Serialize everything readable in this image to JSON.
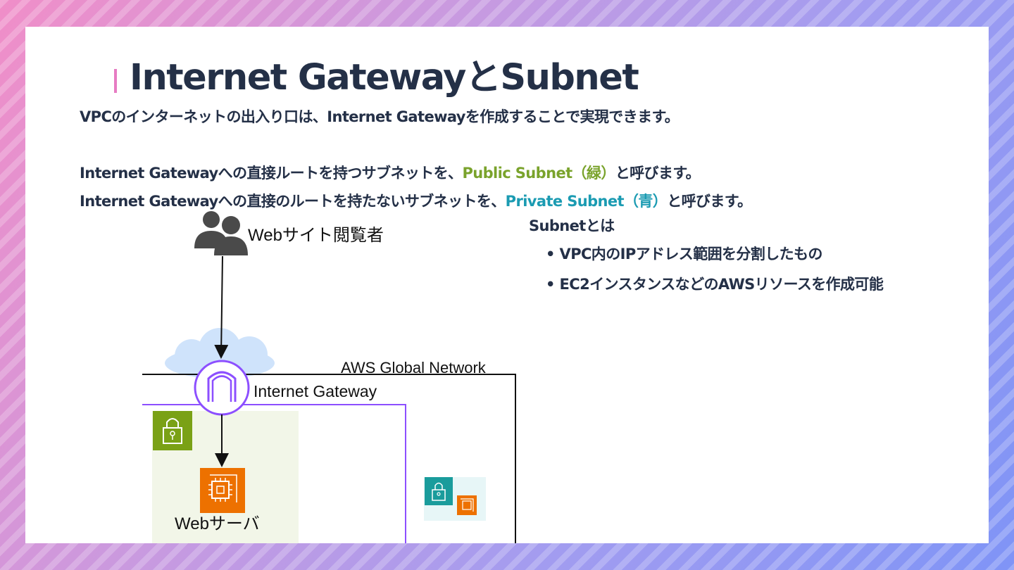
{
  "slide": {
    "title": "Internet GatewayとSubnet",
    "line1": "VPCのインターネットの出入り口は、Internet Gatewayを作成することで実現できます。",
    "line2_before": "Internet Gatewayへの直接ルートを持つサブネットを、",
    "line2_highlight": "Public Subnet（緑）",
    "line2_after": "と呼びます。",
    "line3_before": "Internet Gatewayへの直接のルートを持たないサブネットを、",
    "line3_highlight": "Private Subnet（青）",
    "line3_after": "と呼びます。"
  },
  "subnet_info": {
    "heading": "Subnetとは",
    "bullets": [
      "VPC内のIPアドレス範囲を分割したもの",
      "EC2インスタンスなどのAWSリソースを作成可能"
    ]
  },
  "diagram": {
    "users_label": "Webサイト閲覧者",
    "global_network_label": "AWS Global Network",
    "igw_label": "Internet Gateway",
    "server_label": "Webサーバ",
    "users_icon": "users-icon",
    "cloud_icon": "cloud-icon",
    "gateway_icon": "internet-gateway-icon",
    "lock_icon": "lock-icon",
    "ec2_icon": "ec2-instance-icon",
    "colors": {
      "public_subnet": "#7aa116",
      "public_subnet_fill": "#f2f6e8",
      "private_subnet": "#1a9c9c",
      "private_subnet_fill": "#e7f6f7",
      "vpc_border": "#8c4fff",
      "ec2": "#ed7100",
      "title": "#243047"
    }
  }
}
